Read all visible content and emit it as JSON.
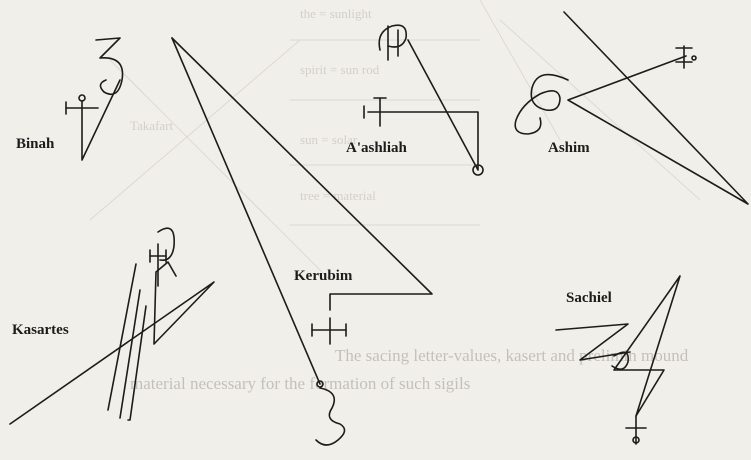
{
  "labels": {
    "binah": "Binah",
    "ashliah": "A'ashliah",
    "ashim": "Ashim",
    "kasartes": "Kasartes",
    "kerubim": "Kerubim",
    "sachiel": "Sachiel"
  },
  "bleed_through": {
    "table_row_1": "the = sunlight",
    "table_row_2": "spirit = sun rod",
    "table_row_3": "sun = solar",
    "table_row_4": "tree = material",
    "table_word": "Takafart",
    "line_1": "The sacing letter-values, kasert and prelimin mound",
    "line_2": "material necessary for the formation of such sigils"
  },
  "colors": {
    "ink": "#1e1c1a",
    "paper": "#f1efe9",
    "ghost": "#b9b6ae"
  }
}
